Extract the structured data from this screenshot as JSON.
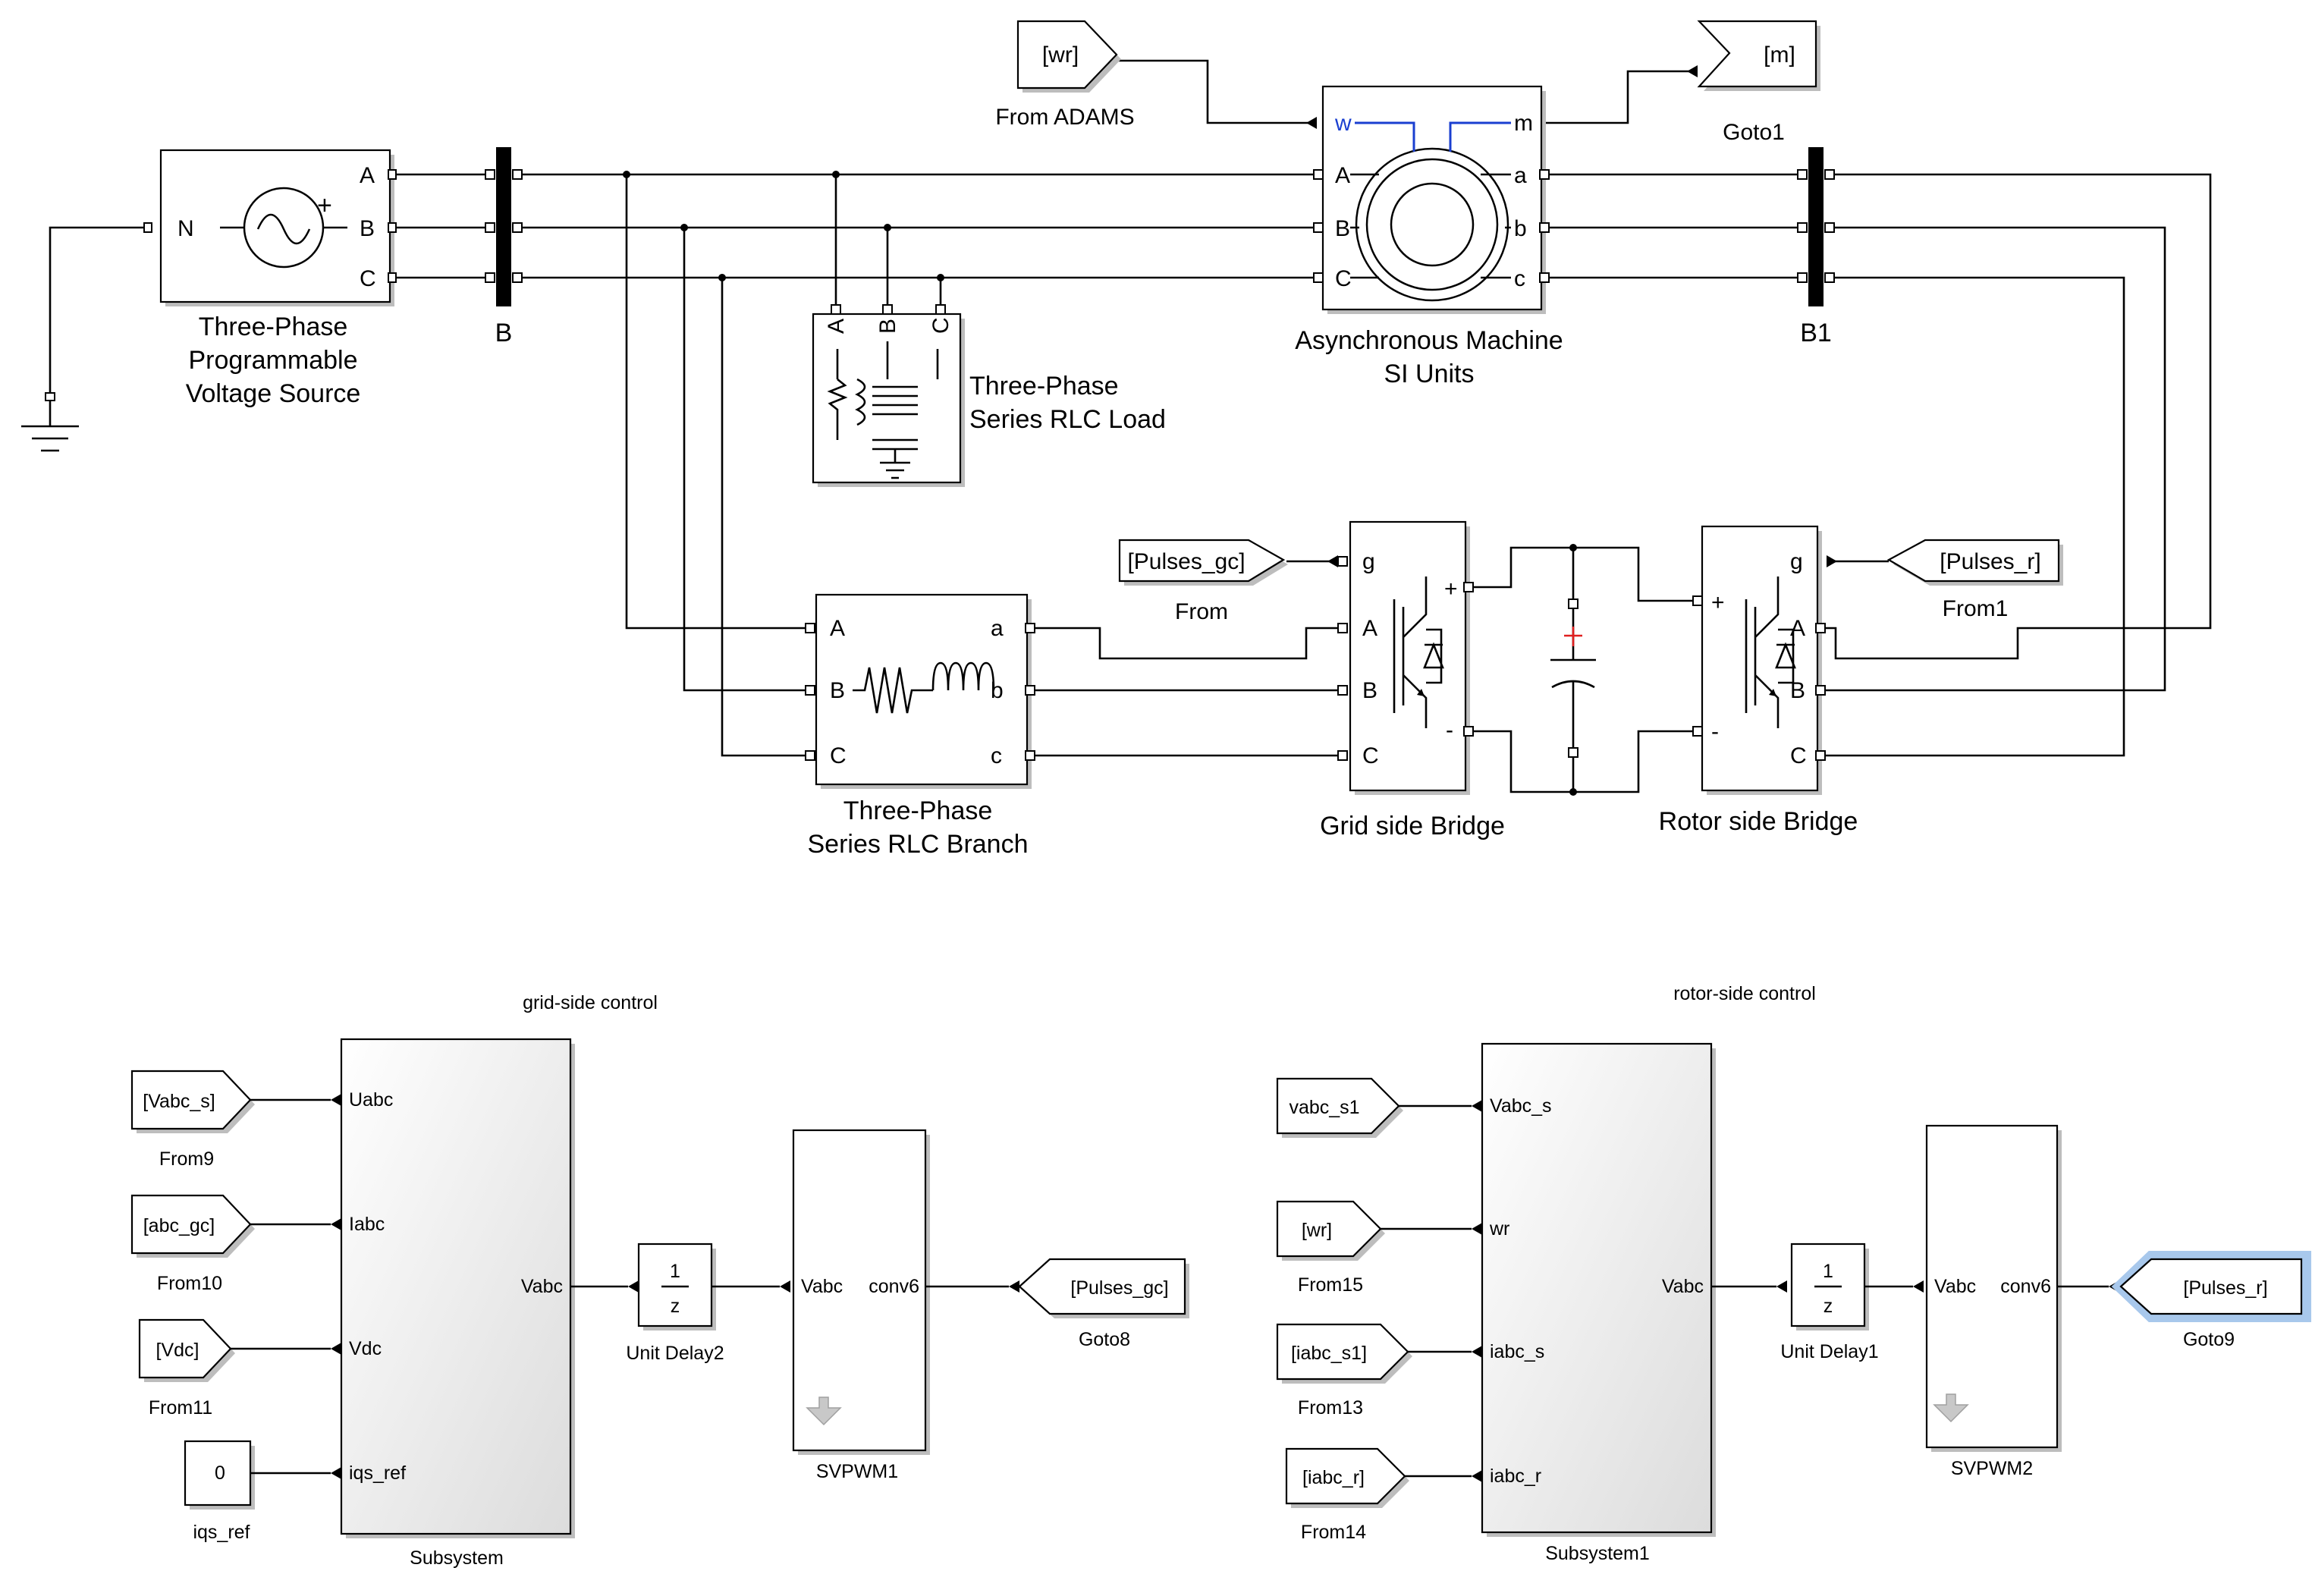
{
  "blocks": {
    "source": {
      "label_lines": [
        "Three-Phase",
        "Programmable",
        "Voltage Source"
      ],
      "ports": {
        "n": "N",
        "a": "A",
        "b": "B",
        "c": "C"
      }
    },
    "bus_b": {
      "label": "B"
    },
    "bus_b1": {
      "label": "B1"
    },
    "from_adams": {
      "tag": "[wr]",
      "label": "From ADAMS"
    },
    "goto1": {
      "tag": "[m]",
      "label": "Goto1"
    },
    "machine": {
      "label_lines": [
        "Asynchronous Machine",
        "SI Units"
      ],
      "ports": {
        "w": "w",
        "m": "m",
        "A": "A",
        "B": "B",
        "C": "C",
        "a": "a",
        "b": "b",
        "c": "c"
      }
    },
    "rlc_load": {
      "label_lines": [
        "Three-Phase",
        "Series RLC Load"
      ],
      "ports": {
        "A": "A",
        "B": "B",
        "C": "C"
      }
    },
    "rlc_branch": {
      "label_lines": [
        "Three-Phase",
        "Series RLC Branch"
      ],
      "ports": {
        "A": "A",
        "B": "B",
        "C": "C",
        "a": "a",
        "b": "b",
        "c": "c"
      }
    },
    "from_gc": {
      "tag": "[Pulses_gc]",
      "label": "From"
    },
    "grid_bridge": {
      "label": "Grid side Bridge",
      "ports": {
        "g": "g",
        "A": "A",
        "B": "B",
        "C": "C",
        "plus": "+",
        "minus": "-"
      }
    },
    "rotor_bridge": {
      "label": "Rotor side Bridge",
      "ports": {
        "g": "g",
        "A": "A",
        "B": "B",
        "C": "C",
        "plus": "+",
        "minus": "-"
      }
    },
    "from1": {
      "tag": "[Pulses_r]",
      "label": "From1"
    }
  },
  "grid_control": {
    "title": "grid-side control",
    "inputs": [
      {
        "tag": "[Vabc_s]",
        "label": "From9",
        "port": "Uabc"
      },
      {
        "tag": "[abc_gc]",
        "label": "From10",
        "port": "Iabc"
      },
      {
        "tag": "[Vdc]",
        "label": "From11",
        "port": "Vdc"
      },
      {
        "tag": "0",
        "label": "iqs_ref",
        "port": "iqs_ref"
      }
    ],
    "subsystem": {
      "label": "Subsystem",
      "out_port": "Vabc"
    },
    "delay": {
      "num": "1",
      "den": "z",
      "label": "Unit Delay2"
    },
    "svpwm": {
      "label": "SVPWM1",
      "in_port": "Vabc",
      "out_port": "conv6"
    },
    "goto": {
      "tag": "[Pulses_gc]",
      "label": "Goto8"
    }
  },
  "rotor_control": {
    "title": "rotor-side control",
    "inputs": [
      {
        "tag": "vabc_s1",
        "label": "",
        "port": "Vabc_s"
      },
      {
        "tag": "[wr]",
        "label": "From15",
        "port": "wr"
      },
      {
        "tag": "[iabc_s1]",
        "label": "From13",
        "port": "iabc_s"
      },
      {
        "tag": "[iabc_r]",
        "label": "From14",
        "port": "iabc_r"
      }
    ],
    "subsystem": {
      "label": "Subsystem1",
      "out_port": "Vabc"
    },
    "delay": {
      "num": "1",
      "den": "z",
      "label": "Unit Delay1"
    },
    "svpwm": {
      "label": "SVPWM2",
      "in_port": "Vabc",
      "out_port": "conv6"
    },
    "goto": {
      "tag": "[Pulses_r]",
      "label": "Goto9"
    }
  },
  "colors": {
    "wire": "#000000",
    "signal_blue": "#1a3fd0",
    "selection": "#a8c8ec",
    "cap_plus": "#e02020"
  }
}
